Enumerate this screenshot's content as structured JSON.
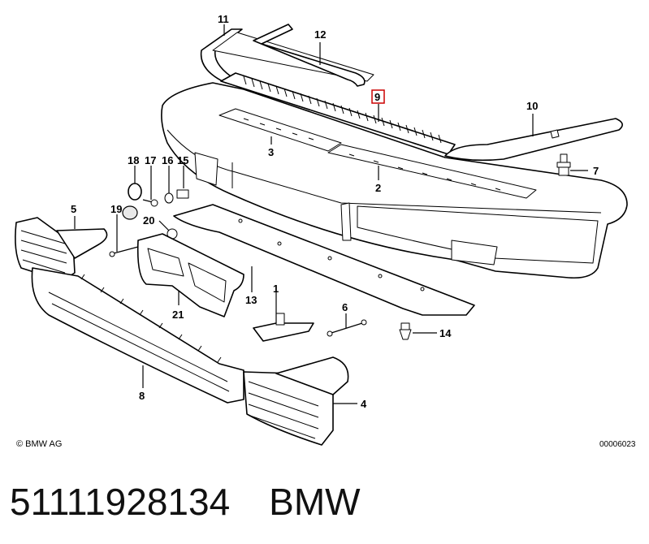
{
  "diagram": {
    "callouts": [
      "1",
      "2",
      "3",
      "4",
      "5",
      "6",
      "7",
      "8",
      "9",
      "10",
      "11",
      "12",
      "13",
      "14",
      "15",
      "16",
      "17",
      "18",
      "19",
      "20",
      "21"
    ],
    "highlighted_callout": "9",
    "highlight_color": "#cc0000"
  },
  "footer": {
    "copyright": "© BMW AG",
    "reference": "00006023"
  },
  "caption": {
    "part_number": "51111928134",
    "brand": "BMW"
  }
}
